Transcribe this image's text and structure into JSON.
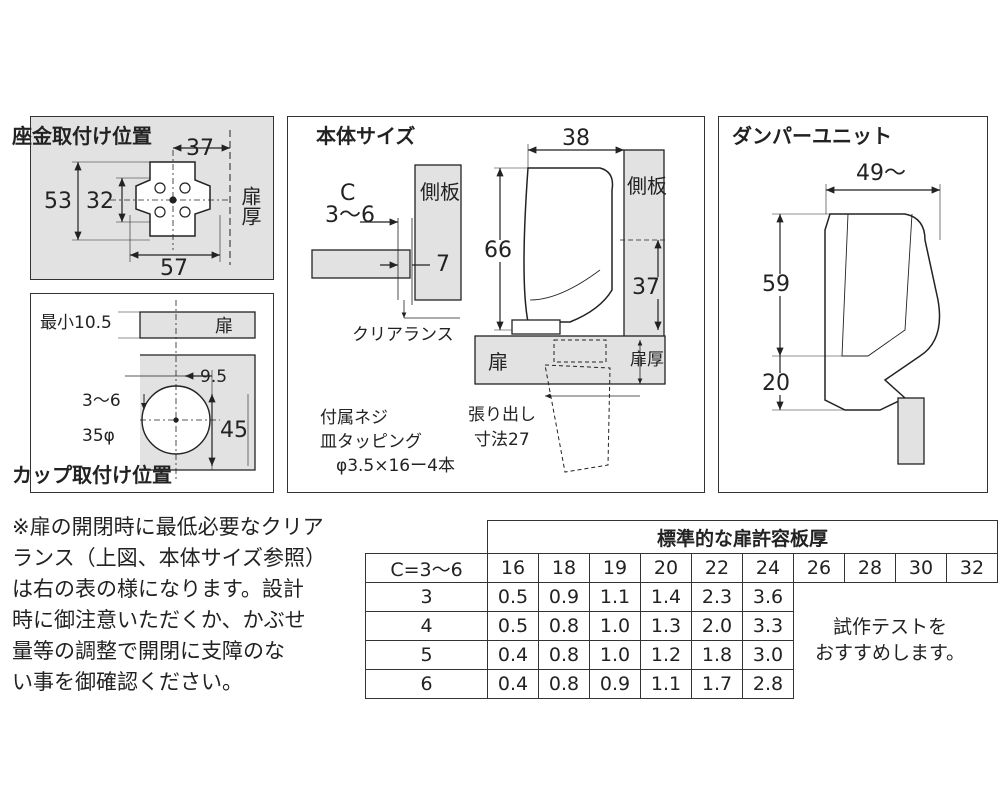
{
  "panels": {
    "zakin": {
      "title": "座金取付け位置",
      "dims": {
        "d37": "37",
        "d53": "53",
        "d32": "32",
        "d57": "57"
      },
      "label_tobiraatsu": "扉厚"
    },
    "cup": {
      "title": "カップ取付け位置",
      "dims": {
        "min": "最小10.5",
        "d9_5": "9.5",
        "d3_6": "3～6",
        "d35": "35φ",
        "d45": "45"
      },
      "label_tobira": "扉"
    },
    "body": {
      "title": "本体サイズ",
      "dims": {
        "c": "C",
        "c_range": "3～6",
        "d7": "7",
        "d38": "38",
        "d66": "66",
        "d37": "37"
      },
      "label_sokuban": "側板",
      "label_sokuban2": "側板",
      "label_tobira": "扉",
      "label_tobiraatsu": "扉厚",
      "clearance": "クリアランス",
      "protrude_1": "張り出し",
      "protrude_2": "寸法27",
      "screw_1": "付属ネジ",
      "screw_2": "皿タッピング",
      "screw_3": "φ3.5×16ー4本"
    },
    "damper": {
      "title": "ダンパーユニット",
      "dims": {
        "d49": "49～",
        "d59": "59",
        "d20": "20"
      }
    }
  },
  "note": {
    "lines": [
      "※扉の開閉時に最低必要なクリア",
      "ランス（上図、本体サイズ参照）",
      "は右の表の様になります。設計",
      "時に御注意いただくか、かぶせ",
      "量等の調整で開閉に支障のな",
      "い事を御確認ください。"
    ]
  },
  "table": {
    "title": "標準的な扉許容板厚",
    "c_header": "C=3～6",
    "columns": [
      "16",
      "18",
      "19",
      "20",
      "22",
      "24",
      "26",
      "28",
      "30",
      "32"
    ],
    "rows": [
      {
        "c": "3",
        "values": [
          "0.5",
          "0.9",
          "1.1",
          "1.4",
          "2.3",
          "3.6"
        ]
      },
      {
        "c": "4",
        "values": [
          "0.5",
          "0.8",
          "1.0",
          "1.3",
          "2.0",
          "3.3"
        ]
      },
      {
        "c": "5",
        "values": [
          "0.4",
          "0.8",
          "1.0",
          "1.2",
          "1.8",
          "3.0"
        ]
      },
      {
        "c": "6",
        "values": [
          "0.4",
          "0.8",
          "0.9",
          "1.1",
          "1.7",
          "2.8"
        ]
      }
    ],
    "test_1": "試作テストを",
    "test_2": "おすすめします。"
  }
}
